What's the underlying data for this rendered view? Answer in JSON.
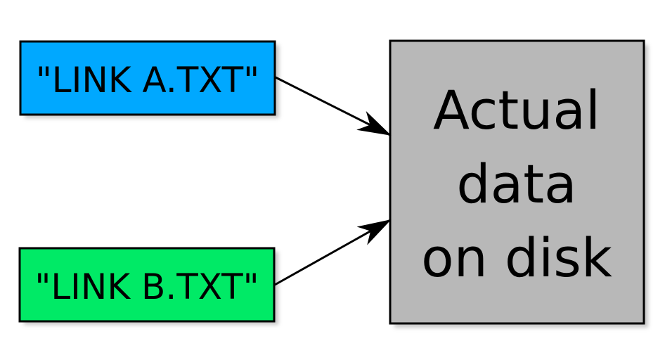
{
  "diagram": {
    "nodes": {
      "link_a": {
        "label": "\"LINK A.TXT\"",
        "fill": "#00A8FF"
      },
      "link_b": {
        "label": "\"LINK B.TXT\"",
        "fill": "#00EA66"
      },
      "data": {
        "lines": [
          "Actual",
          "data",
          "on disk"
        ],
        "fill": "#B8B8B8"
      }
    },
    "edges": [
      {
        "from": "link_a",
        "to": "data"
      },
      {
        "from": "link_b",
        "to": "data"
      }
    ],
    "colors": {
      "stroke": "#000000",
      "shadow": "#9A9A9A"
    }
  }
}
